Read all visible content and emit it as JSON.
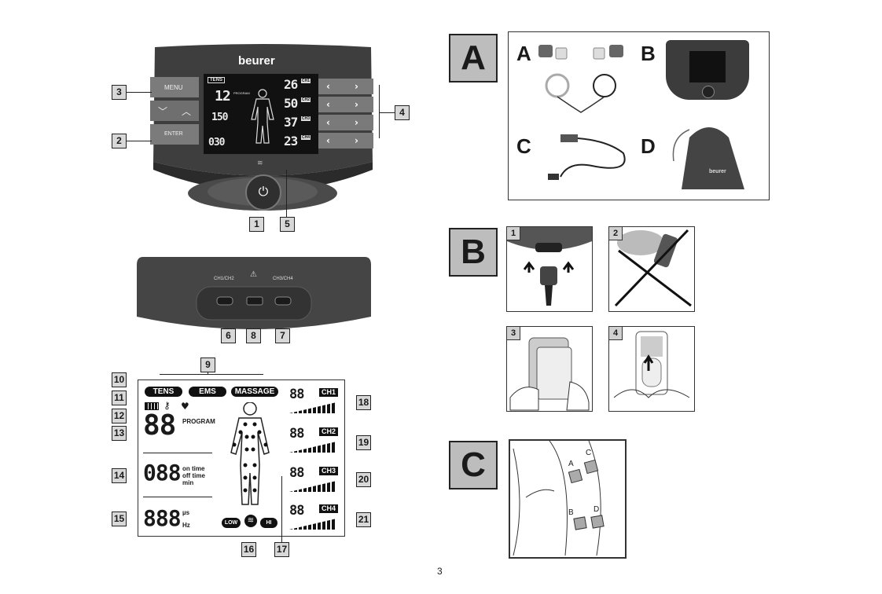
{
  "device": {
    "brand": "beurer",
    "menu_label": "MENU",
    "enter_label": "ENTER",
    "lcd_mode": "TENS",
    "lcd_program": "12",
    "lcd_program_label": "PROGRAM",
    "lcd_time": "150",
    "lcd_freq": "030",
    "lcd_channels": [
      "26",
      "50",
      "37",
      "23"
    ],
    "lcd_ch_tags": [
      "CH1",
      "CH2",
      "CH3",
      "CH4"
    ]
  },
  "device_callouts": [
    "3",
    "2",
    "4",
    "1",
    "5"
  ],
  "bottom_view": {
    "port_left": "CH1/CH2",
    "port_right": "CH3/CH4",
    "callouts": [
      "6",
      "8",
      "7"
    ]
  },
  "display": {
    "modes": [
      "TENS",
      "EMS",
      "MASSAGE"
    ],
    "program_digits": "88",
    "program_label": "PROGRAM",
    "time_digits": "088",
    "time_labels": [
      "on time",
      "off time",
      "min"
    ],
    "pulse_digits": "888",
    "pulse_labels": [
      "µs",
      "Hz"
    ],
    "intensity_low": "LOW",
    "intensity_hi": "HI",
    "channel_digits": "88",
    "channels": [
      "CH1",
      "CH2",
      "CH3",
      "CH4"
    ],
    "callouts": [
      "9",
      "10",
      "11",
      "12",
      "13",
      "14",
      "15",
      "16",
      "17",
      "18",
      "19",
      "20",
      "21"
    ]
  },
  "section_a": {
    "label": "A",
    "panels": [
      "A",
      "B",
      "C",
      "D"
    ],
    "bag_brand": "beurer"
  },
  "section_b": {
    "label": "B",
    "steps": [
      "1",
      "2",
      "3",
      "4"
    ]
  },
  "section_c": {
    "label": "C",
    "pad_labels": [
      "A",
      "C",
      "B",
      "D"
    ]
  },
  "page_number": "3"
}
